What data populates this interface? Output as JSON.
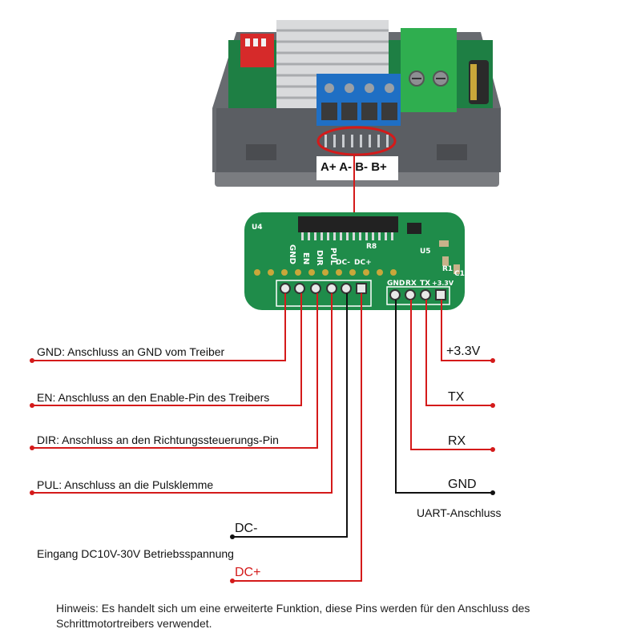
{
  "top_module": {
    "terminal_labels": "A+ A- B- B+"
  },
  "pcb": {
    "chip_label": "U4",
    "u5_label": "U5",
    "r1_label": "R1",
    "r8_label": "R8",
    "c1_label": "C1",
    "pin_labels_left": [
      "GND",
      "EN",
      "DIR",
      "PUL",
      "DC-",
      "DC+"
    ],
    "pin_labels_right": [
      "GND",
      "RX",
      "TX",
      "+3.3V"
    ]
  },
  "left_labels": {
    "gnd": "GND: Anschluss an GND vom Treiber",
    "en": "EN: Anschluss an den Enable-Pin des Treibers",
    "dir": "DIR: Anschluss an den Richtungssteuerungs-Pin",
    "pul": "PUL: Anschluss an die Pulsklemme",
    "dc_minus": "DC-",
    "dc_plus": "DC+",
    "supply": "Eingang DC10V-30V Betriebsspannung"
  },
  "right_labels": {
    "v33": "+3.3V",
    "tx": "TX",
    "rx": "RX",
    "gnd": "GND",
    "uart": "UART-Anschluss"
  },
  "note": "Hinweis: Es handelt sich um eine erweiterte Funktion, diese Pins werden für den Anschluss des Schrittmotortreibers verwendet.",
  "colors": {
    "red_wire": "#d41a1a",
    "black_wire": "#111111",
    "pcb_green": "#1f8c4a",
    "case_gray": "#6b6e72",
    "terminal_blue": "#1f6fc4",
    "terminal_green": "#2fae4f"
  }
}
